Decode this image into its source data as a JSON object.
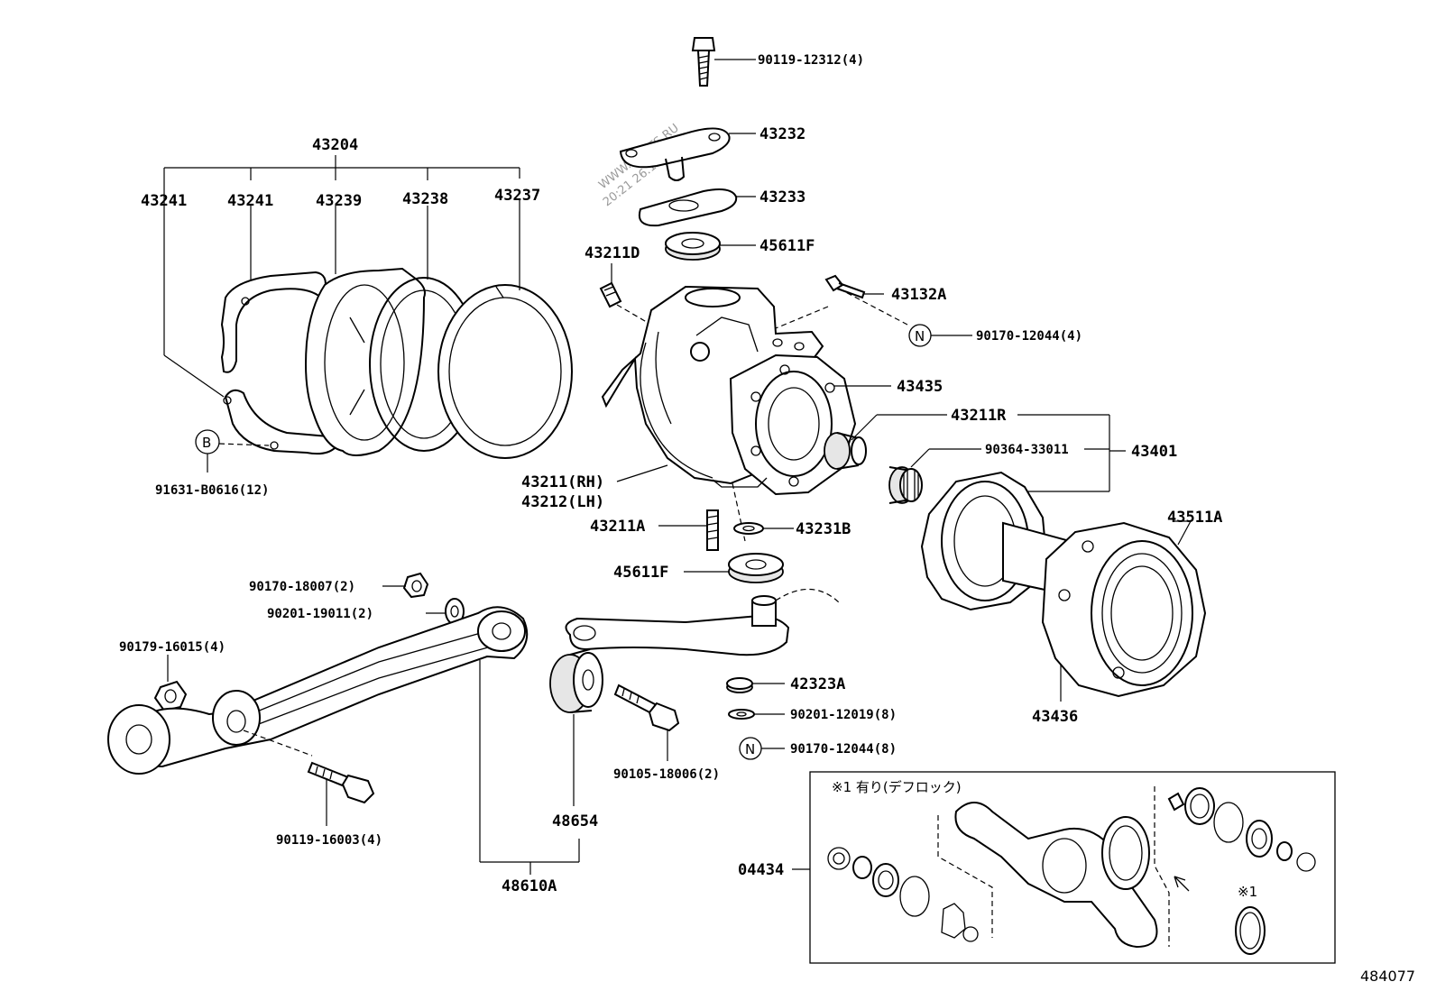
{
  "watermark": {
    "line1": "WWW.ILCATS.RU",
    "line2": "20:21 26.12.2023"
  },
  "labels": {
    "p90119_12312": "90119-12312(4)",
    "p43232": "43232",
    "p43233": "43233",
    "p45611F_top": "45611F",
    "p43211D": "43211D",
    "p43132A": "43132A",
    "p90170_12044_a": "90170-12044(4)",
    "p43435": "43435",
    "p43211R": "43211R",
    "p90364_33011": "90364-33011",
    "p43401": "43401",
    "p43511A": "43511A",
    "p43436": "43436",
    "p43204": "43204",
    "p43241_a": "43241",
    "p43241_b": "43241",
    "p43239": "43239",
    "p43238": "43238",
    "p43237": "43237",
    "p91631": "91631-B0616(12)",
    "p43211": "43211(RH)",
    "p43212": "43212(LH)",
    "p43211A": "43211A",
    "p43231B": "43231B",
    "p45611F_bot": "45611F",
    "p90170_18007": "90170-18007(2)",
    "p90201_19011": "90201-19011(2)",
    "p90179_16015": "90179-16015(4)",
    "p42323A": "42323A",
    "p90201_12019": "90201-12019(8)",
    "p90170_12044_b": "90170-12044(8)",
    "p90105_18006": "90105-18006(2)",
    "p48654": "48654",
    "p90119_16003": "90119-16003(4)",
    "p48610A": "48610A",
    "p04434": "04434"
  },
  "symbols": {
    "n": "N",
    "b": "B"
  },
  "inset": {
    "note": "※1 有り(デフロック)",
    "mark": "※1"
  },
  "footer_code": "484077"
}
